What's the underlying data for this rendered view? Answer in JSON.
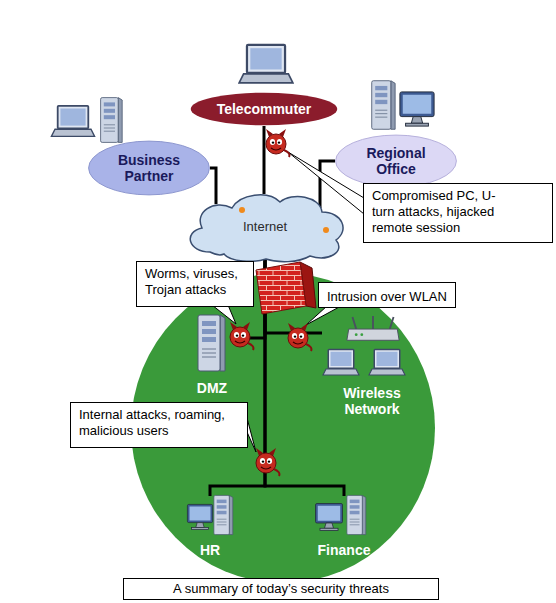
{
  "diagram": {
    "caption": "A summary of today’s security threats",
    "nodes": [
      {
        "text": [
          "Telecommuter"
        ]
      },
      {
        "text": [
          "Business Partner"
        ]
      },
      {
        "text": [
          "Regional Office"
        ]
      },
      {
        "text": [
          "Compromised PC, U-turn attacks, hijacked remote session"
        ]
      },
      {
        "text": [
          "Internet"
        ]
      },
      {
        "text": [
          "Worms, viruses, Trojan attacks"
        ]
      },
      {
        "text": [
          "Intrusion over WLAN"
        ]
      },
      {
        "text": [
          "DMZ"
        ]
      },
      {
        "text": [
          "Internal attacks, roaming, malicious users"
        ]
      },
      {
        "text": [
          "Wireless Network"
        ]
      },
      {
        "text": [
          "HR"
        ]
      },
      {
        "text": [
          "Finance"
        ]
      }
    ],
    "edges": [
      {
        "from": 0,
        "to": 4,
        "arrow": "none"
      },
      {
        "from": 1,
        "to": 4,
        "arrow": "none"
      },
      {
        "from": 2,
        "to": 4,
        "arrow": "none"
      },
      {
        "from": 4,
        "to": 7,
        "arrow": "none"
      },
      {
        "from": 4,
        "to": 9,
        "arrow": "none"
      },
      {
        "from": 4,
        "to": 10,
        "arrow": "none"
      },
      {
        "from": 4,
        "to": 11,
        "arrow": "none"
      }
    ]
  }
}
